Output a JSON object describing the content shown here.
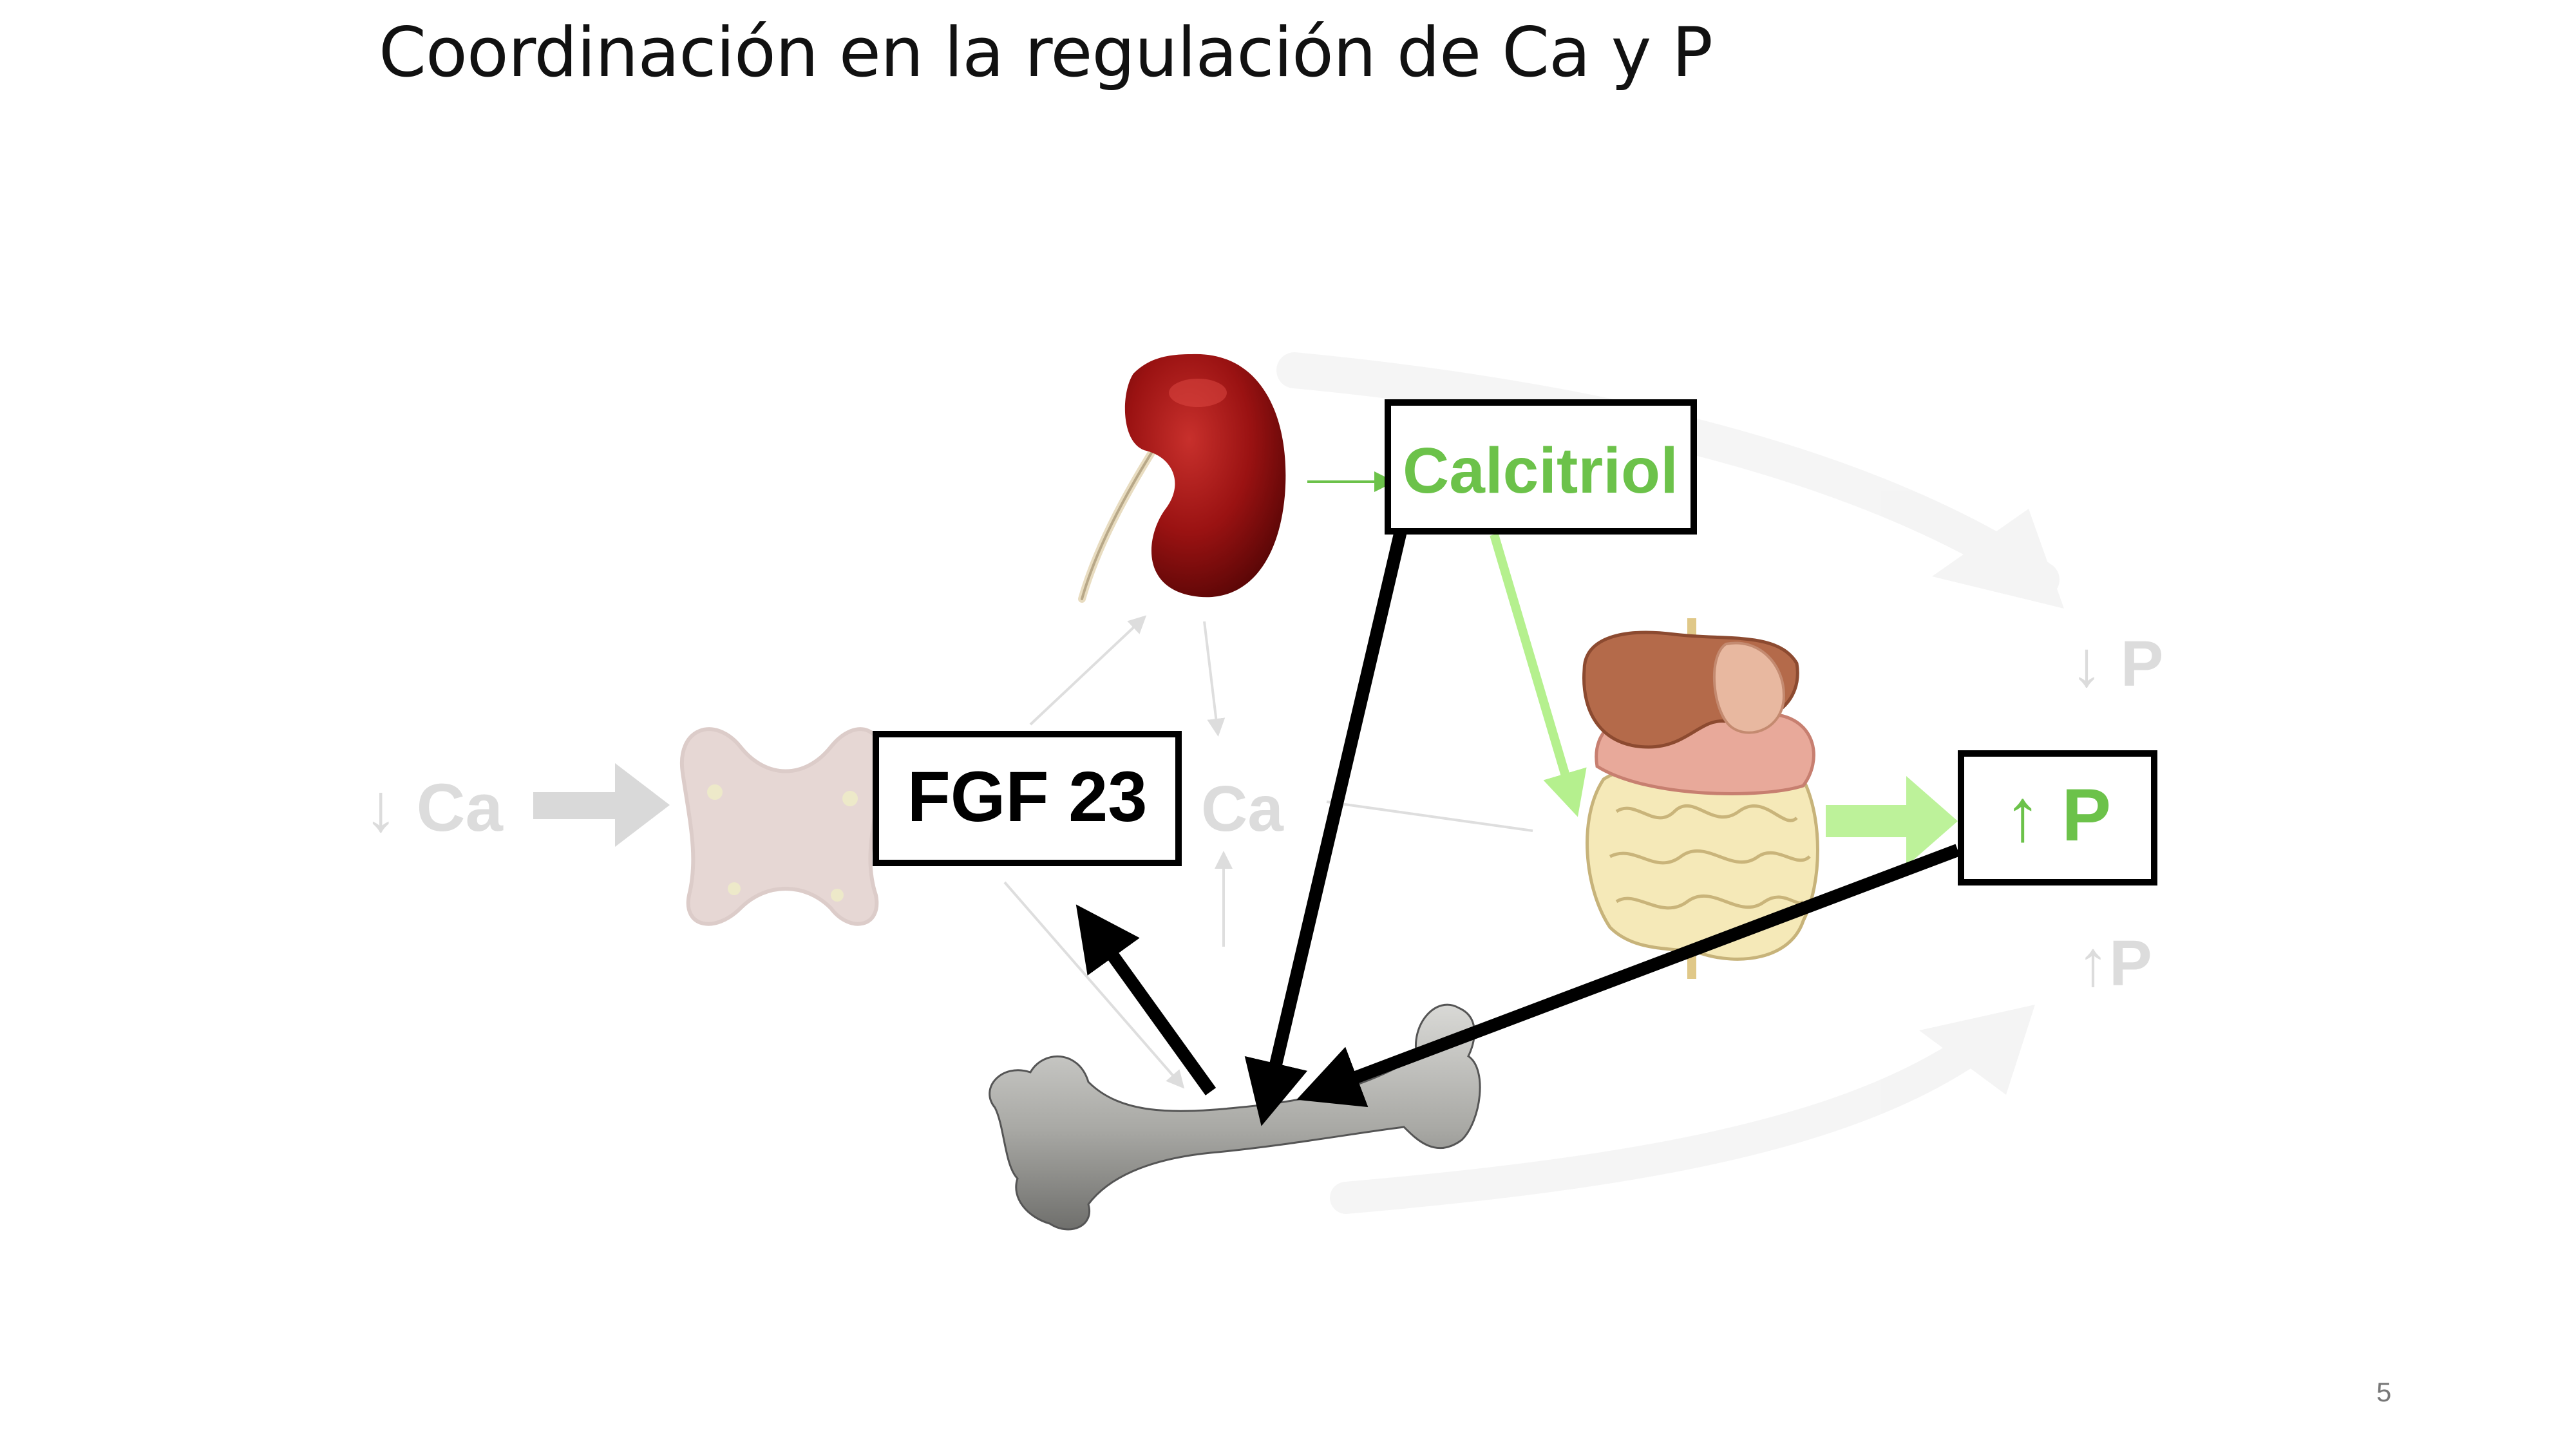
{
  "slide": {
    "title": "Coordinación en la regulación de Ca y P",
    "page_number": "5"
  },
  "labels": {
    "low_ca": "↓ Ca",
    "ca_center": "Ca",
    "fgf23": "FGF 23",
    "calcitriol": "Calcitriol",
    "low_p": "↓ P",
    "high_p_box": "↑ P",
    "high_p_faded": "↑P"
  },
  "colors": {
    "green": "#6cc24a",
    "light_green": "#bdf29a",
    "faded_gray": "#d7d7d7",
    "black": "#000000"
  },
  "icons": [
    "kidney-icon",
    "parathyroid-icon",
    "digestive-system-icon",
    "bone-icon"
  ]
}
